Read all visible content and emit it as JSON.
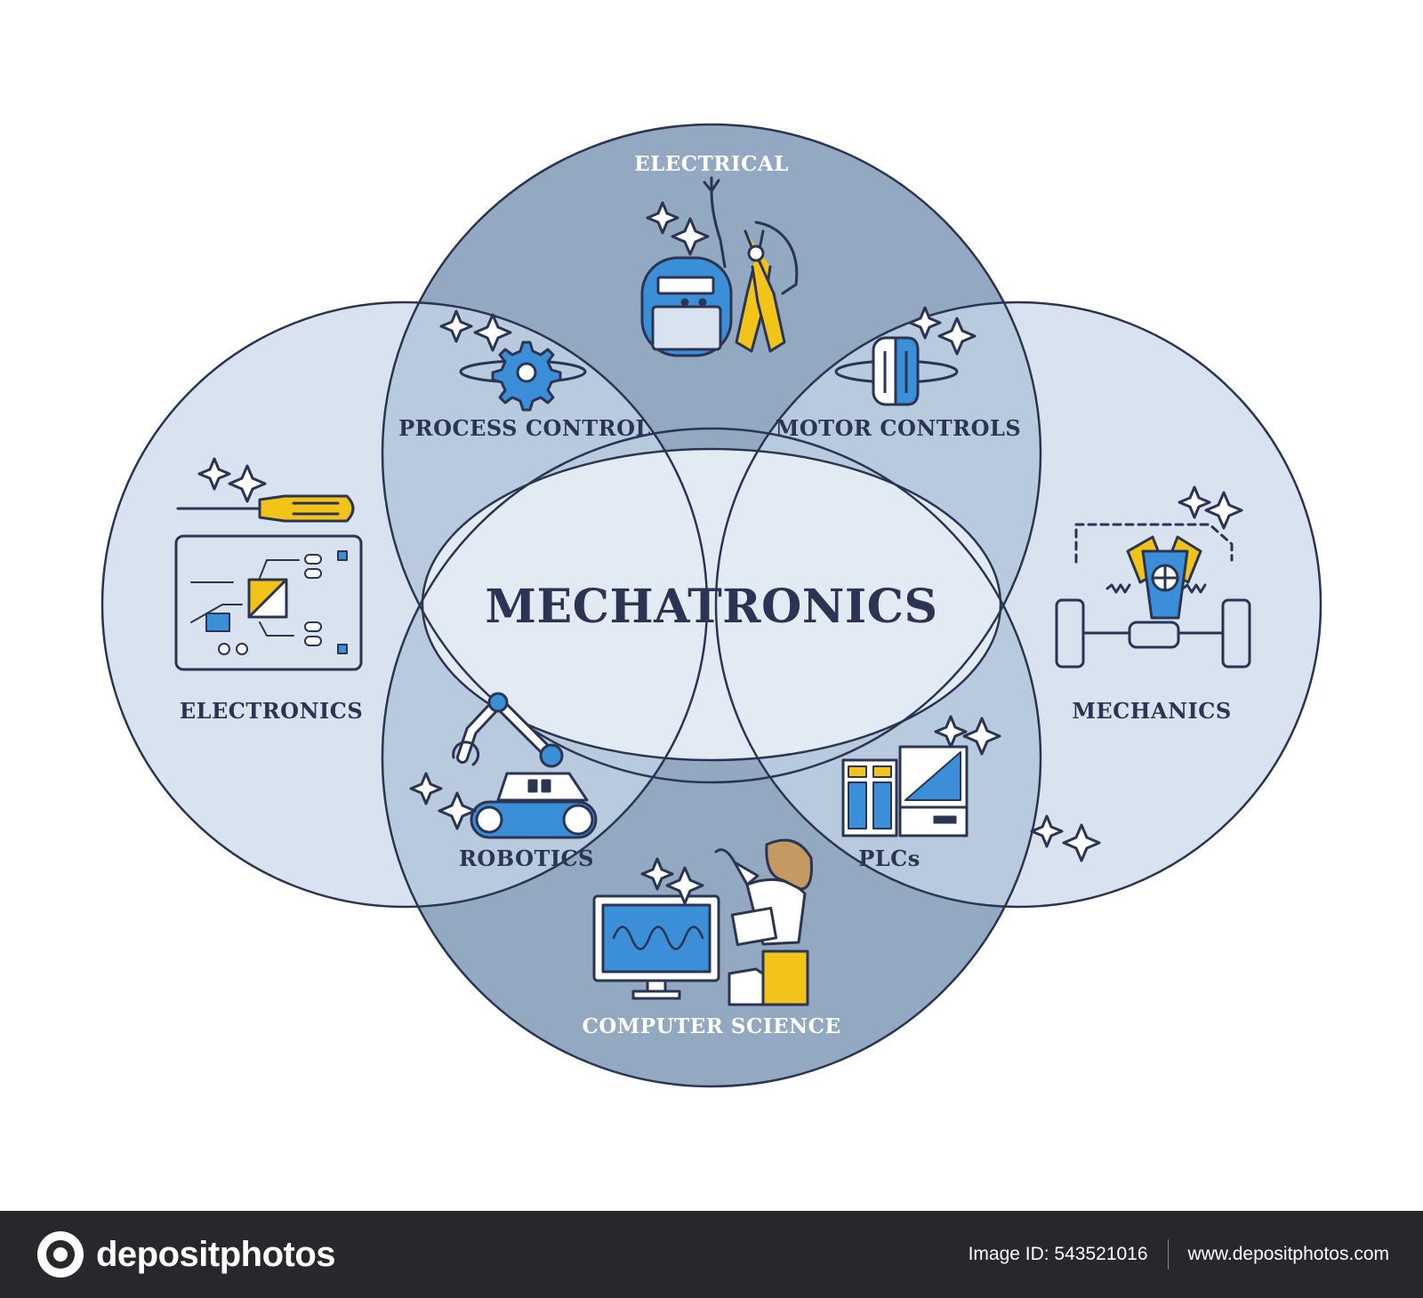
{
  "diagram": {
    "center_title": "MECHATRONICS",
    "circles": [
      {
        "label": "ELECTRICAL"
      },
      {
        "label": "ELECTRONICS"
      },
      {
        "label": "MECHANICS"
      },
      {
        "label": "COMPUTER SCIENCE"
      }
    ],
    "intersections": [
      {
        "label": "PROCESS CONTROL"
      },
      {
        "label": "MOTOR CONTROLS"
      },
      {
        "label": "ROBOTICS"
      },
      {
        "label": "PLCs"
      }
    ]
  },
  "colors": {
    "outer_fill": "#d9e3ef",
    "top_bottom_fill": "#93a9c2",
    "overlap_fill": "#b8cadd",
    "center_fill": "#e2ebf4",
    "outline": "#2b3452",
    "icon_blue": "#3a8fd8",
    "icon_yellow": "#f2c318",
    "footer_bg": "#28272b"
  },
  "footer": {
    "brand": "depositphotos",
    "image_id": "Image ID: 543521016",
    "website": "www.depositphotos.com"
  }
}
